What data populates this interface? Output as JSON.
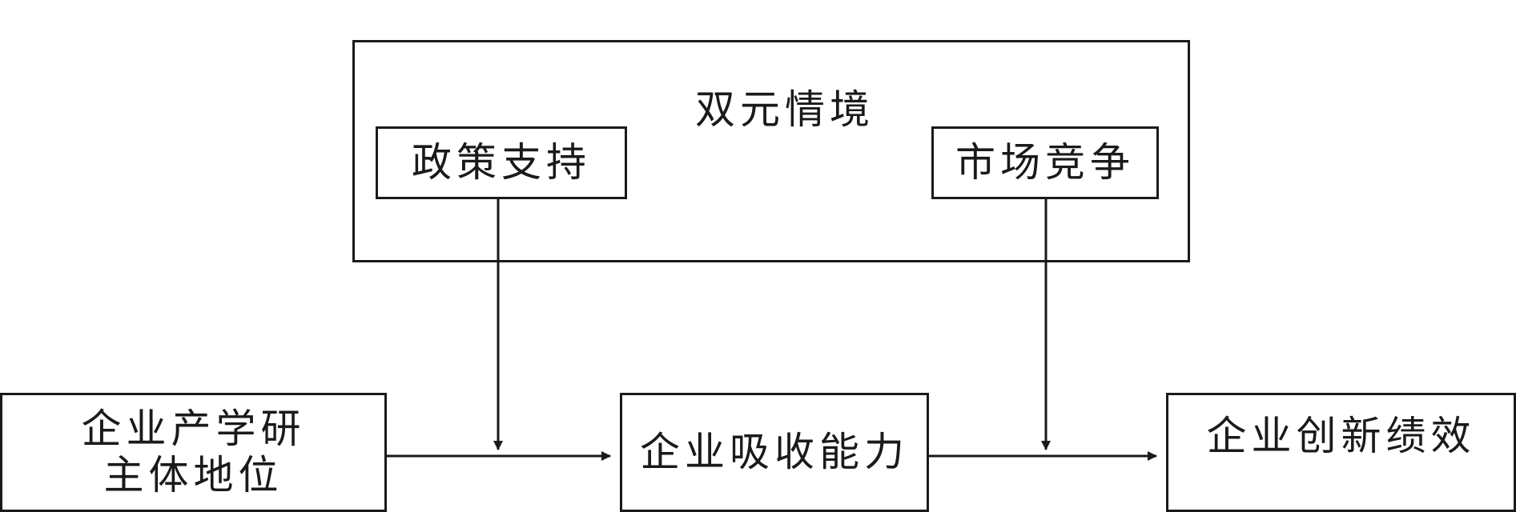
{
  "context_group": {
    "title": "双元情境",
    "policy_box": "政策支持",
    "market_box": "市场竞争"
  },
  "nodes": {
    "input_line1": "企业产学研",
    "input_line2": "主体地位",
    "mediator": "企业吸收能力",
    "output": "企业创新绩效"
  }
}
